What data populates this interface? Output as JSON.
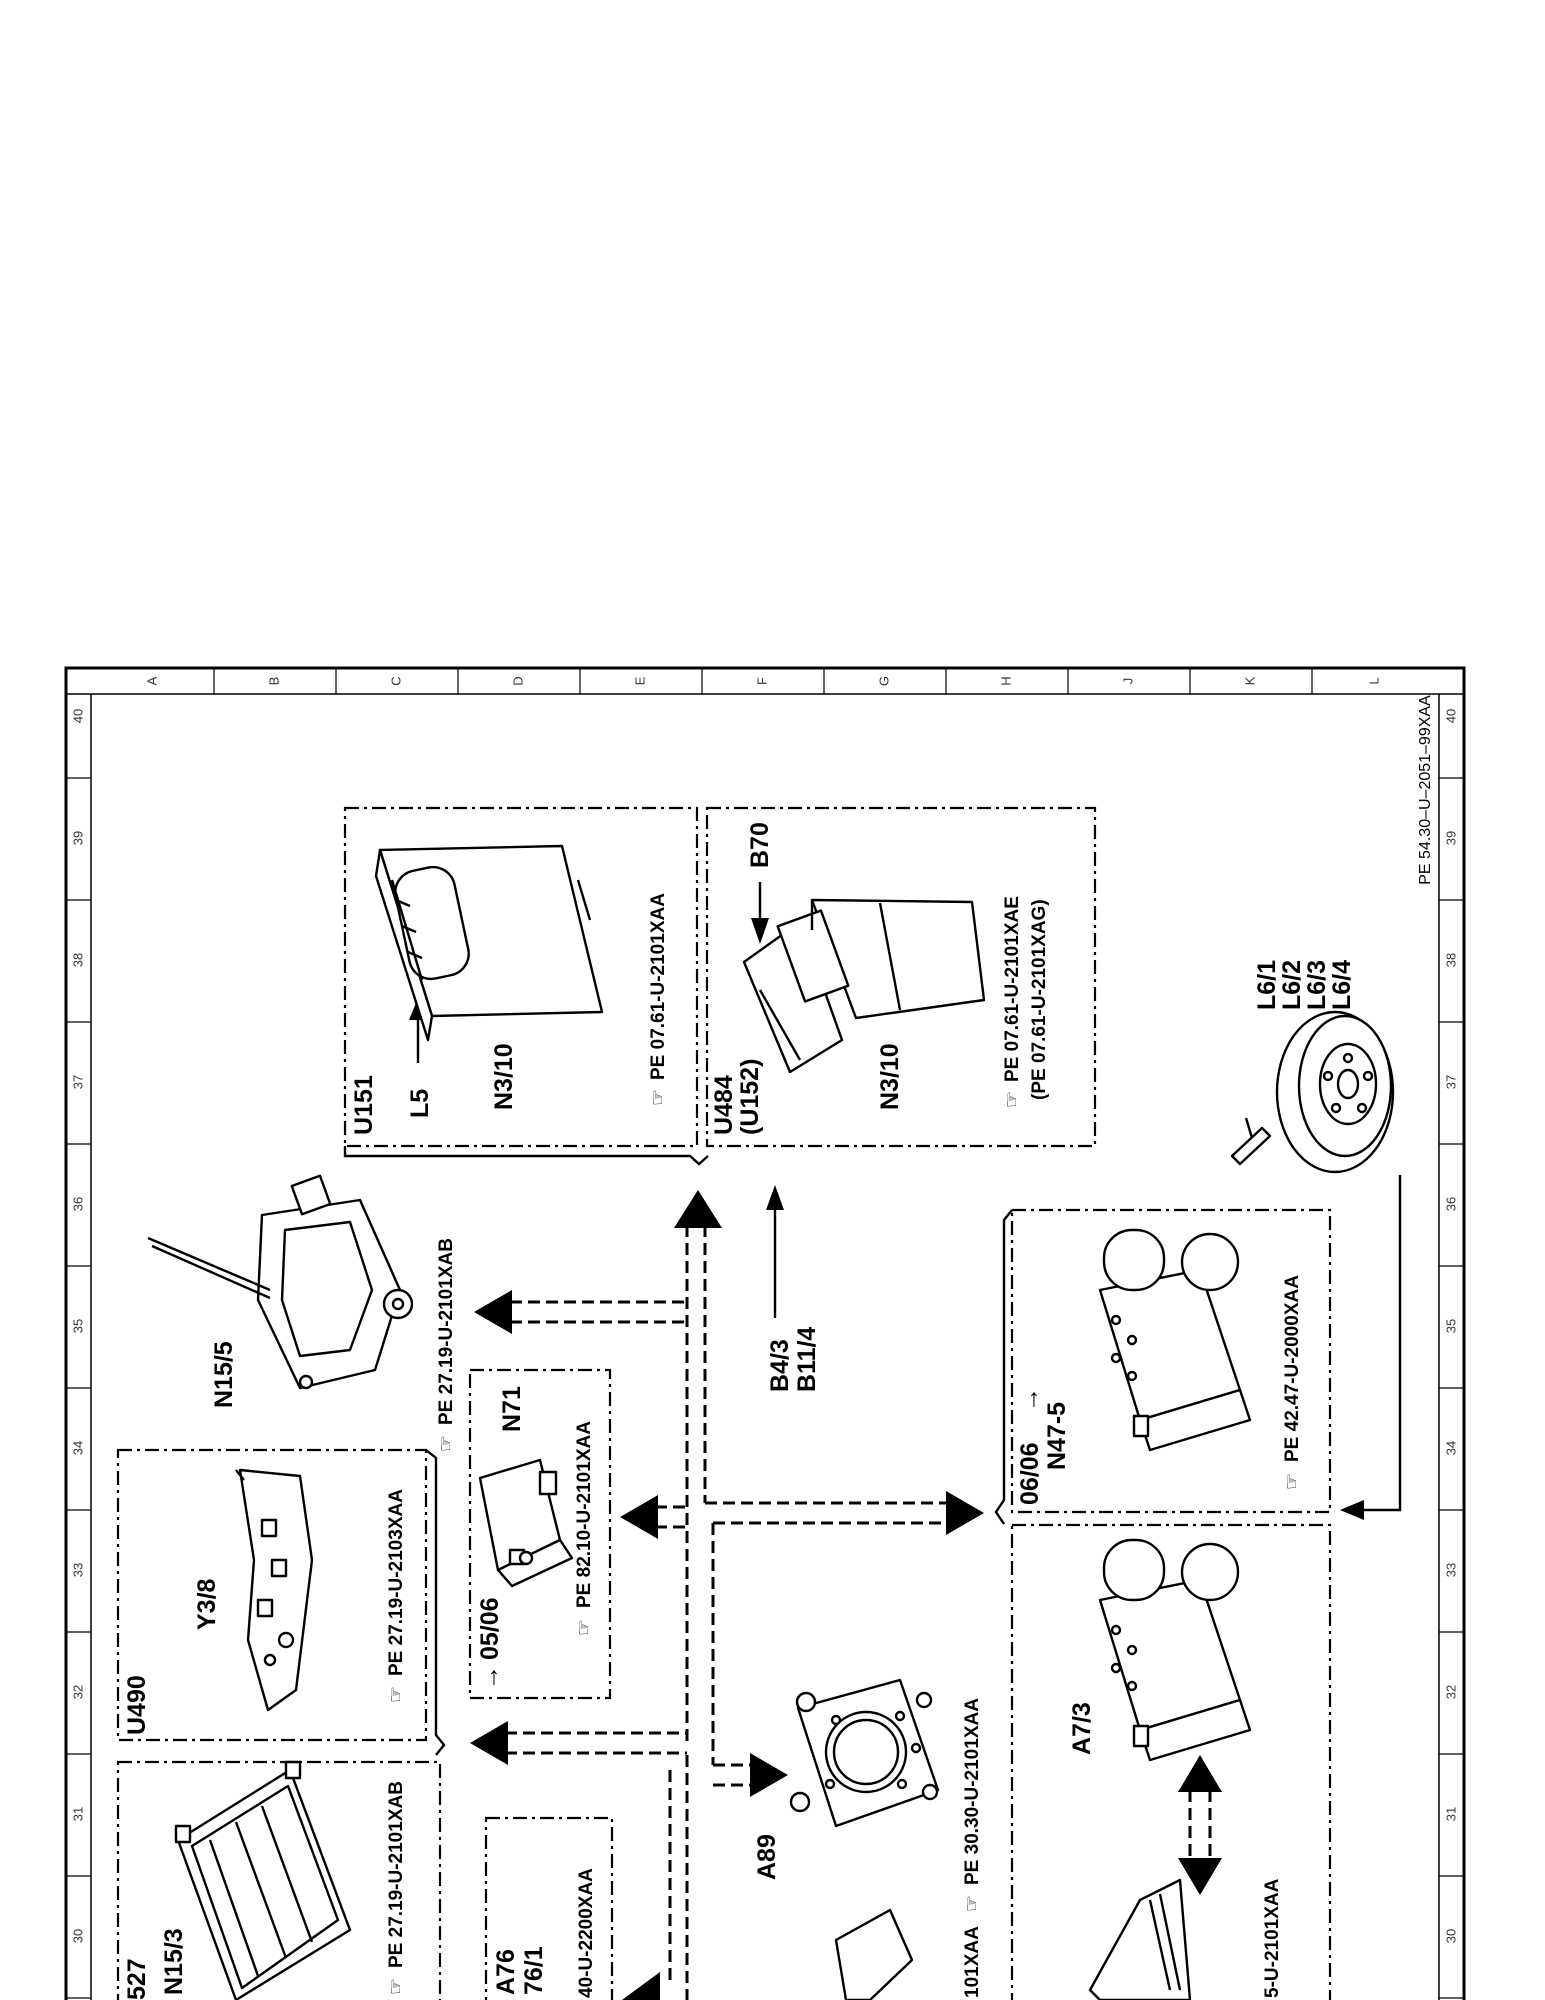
{
  "drawing_id": "PE 54.30–U–2051–99XAA",
  "grid": {
    "columns": [
      "A",
      "B",
      "C",
      "D",
      "E",
      "F",
      "G",
      "H",
      "J",
      "K",
      "L"
    ],
    "rows": [
      "40",
      "39",
      "38",
      "37",
      "36",
      "35",
      "34",
      "33",
      "32",
      "31",
      "30"
    ]
  },
  "groups": {
    "u151": {
      "tag": "U151",
      "arrow_label": "L5",
      "component": "N3/10",
      "reference": "PE 07.61-U-2101XAA"
    },
    "u484": {
      "tag": "U484",
      "tag2": "(U152)",
      "arrow_label": "B70",
      "component": "N3/10",
      "reference": "PE 07.61-U-2101XAE",
      "reference2": "(PE 07.61-U-2101XAG)"
    },
    "u490": {
      "tag": "U490",
      "component": "Y3/8",
      "reference": "PE 27.19-U-2103XAA"
    },
    "u527": {
      "tag": "527",
      "component": "N15/3",
      "reference": "PE 27.19-U-2101XAB"
    },
    "n71": {
      "date": "05/06",
      "component": "N71",
      "reference": "PE 82.10-U-2101XAA"
    },
    "a76": {
      "component": "A76",
      "component2": "76/1",
      "reference": "40-U-2200XAA"
    },
    "n47": {
      "date": "06/06",
      "component": "N47-5",
      "reference": "PE 42.47-U-2000XAA"
    },
    "a7": {
      "component": "A7/3",
      "reference": "5-U-2101XAA"
    }
  },
  "standalone": {
    "n15_5": {
      "component": "N15/5",
      "reference": "PE 27.19-U-2101XAB"
    },
    "sensors": {
      "label1": "B4/3",
      "label2": "B11/4"
    },
    "a89": {
      "component": "A89",
      "reference": "PE 30.30-U-2101XAA"
    },
    "wheel": {
      "labels": [
        "L6/1",
        "L6/2",
        "L6/3",
        "L6/4"
      ]
    },
    "partial": {
      "reference": "101XAA"
    }
  }
}
